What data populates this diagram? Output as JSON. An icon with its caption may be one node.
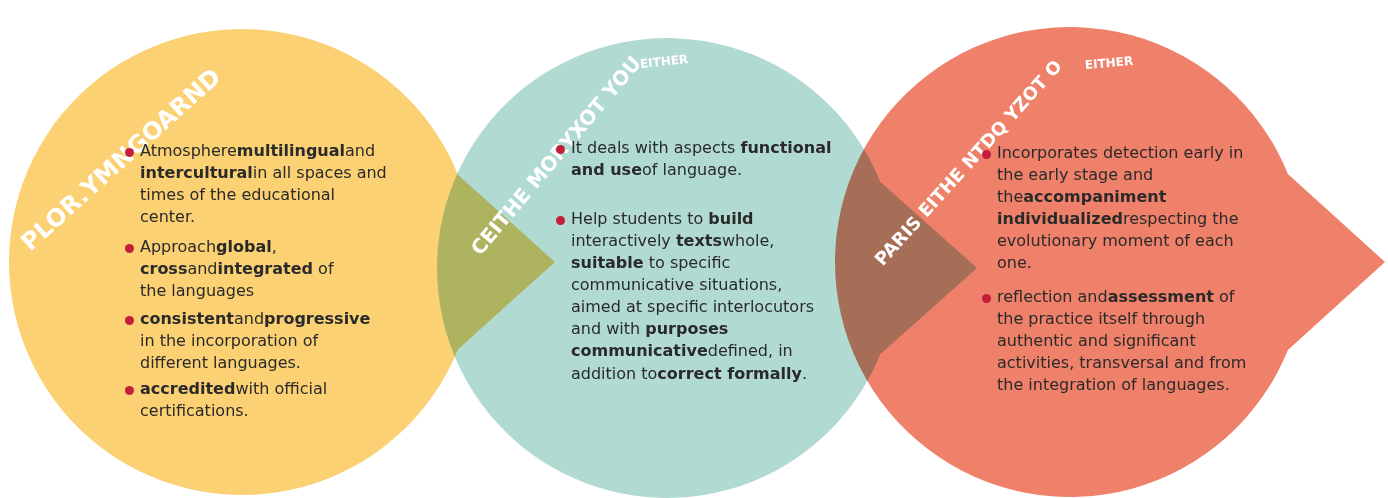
{
  "diagram": {
    "nodes": [
      {
        "text": [
          "PLOR.YMNGOARND",
          "Atmosphere**multilingual**and **intercultural**in all spaces and times of the educational center.",
          "Approach**global**, **cross**and**integrated** of the languages",
          "**consistent**and**progressive** in the incorporation of different languages.",
          "**accredited**with official certifications."
        ]
      },
      {
        "text": [
          "CEITHE MORYXOT YOU",
          "EITHER",
          "It deals with aspects **functional and use**of language.",
          "Help students to **build** interactively **texts**whole, **suitable** to specific communicative situations, aimed at specific interlocutors and with **purposes communicative**defined, in addition to**correct formally**."
        ]
      },
      {
        "text": [
          "PARIS EITHE NTDQ YZOT O",
          "EITHER",
          "Incorporates detection early in the early stage and the**accompaniment individualized**respecting the evolutionary moment of each one.",
          "reflection and**assessment** of the practice itself through authentic and significant activities, transversal and from the integration of languages."
        ]
      }
    ]
  }
}
